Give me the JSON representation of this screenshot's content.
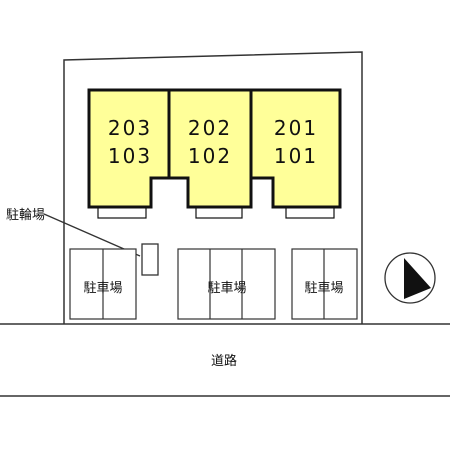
{
  "colors": {
    "building_fill": "#ffff99",
    "building_stroke": "#111111",
    "line": "#333333",
    "background": "#ffffff"
  },
  "buildings": [
    {
      "upper": "203",
      "lower": "103"
    },
    {
      "upper": "202",
      "lower": "102"
    },
    {
      "upper": "201",
      "lower": "101"
    }
  ],
  "labels": {
    "bicycle_parking": "駐輪場",
    "parking": [
      "駐車場",
      "駐車場",
      "駐車場"
    ],
    "road": "道路"
  },
  "compass": {
    "icon": "north-arrow-icon",
    "direction": "north"
  }
}
